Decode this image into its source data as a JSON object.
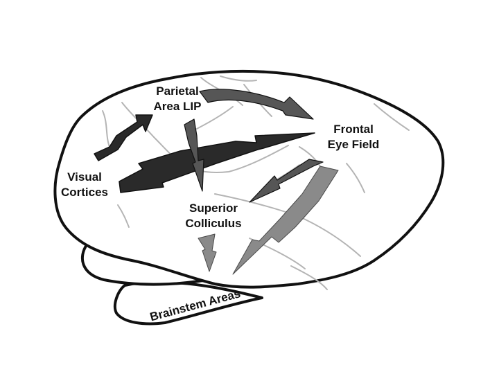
{
  "labels": {
    "parietal": [
      "Parietal",
      "Area LIP"
    ],
    "frontal_eye_field": [
      "Frontal",
      "Eye Field"
    ],
    "visual": [
      "Visual",
      "Cortices"
    ],
    "superior_colliculus": [
      "Superior",
      "Colliculus"
    ],
    "brainstem": "Brainstem Areas"
  },
  "colors": {
    "outline": "#111111",
    "sulci": "#b4b4b4",
    "arrow_dark": "#2a2a2a",
    "arrow_mid": "#565656",
    "arrow_light": "#8a8a8a"
  }
}
